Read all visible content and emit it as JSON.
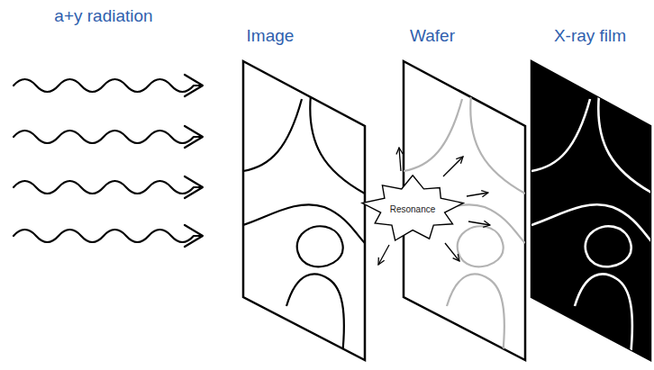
{
  "diagram": {
    "nodes": [
      {
        "text": [
          "Resonance"
        ]
      }
    ],
    "labels": [
      "a+y radiation",
      "Image",
      "Wafer",
      "X-ray film"
    ]
  }
}
